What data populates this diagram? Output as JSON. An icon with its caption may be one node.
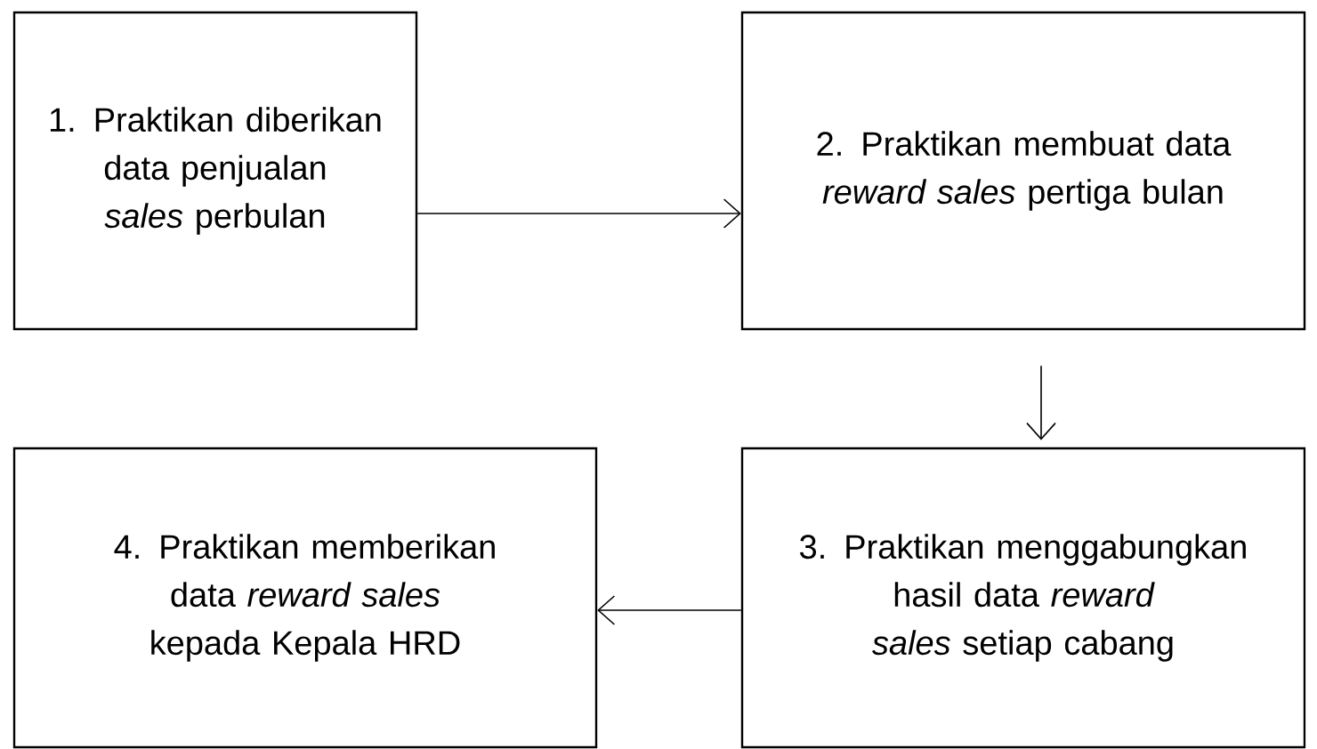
{
  "diagram": {
    "nodes": [
      {
        "text": [
          "1. Praktikan diberikan data penjualan *sales* perbulan"
        ]
      },
      {
        "text": [
          "2. Praktikan membuat data *reward sales* pertiga bulan"
        ]
      },
      {
        "text": [
          "3. Praktikan menggabungkan hasil data *reward sales* setiap cabang"
        ]
      },
      {
        "text": [
          "4. Praktikan memberikan data *reward sales* kepada Kepala HRD"
        ]
      }
    ],
    "edges": [
      {
        "from": 0,
        "to": 1,
        "arrow": "to"
      },
      {
        "from": 1,
        "to": 2,
        "arrow": "to"
      },
      {
        "from": 2,
        "to": 3,
        "arrow": "to"
      }
    ]
  }
}
